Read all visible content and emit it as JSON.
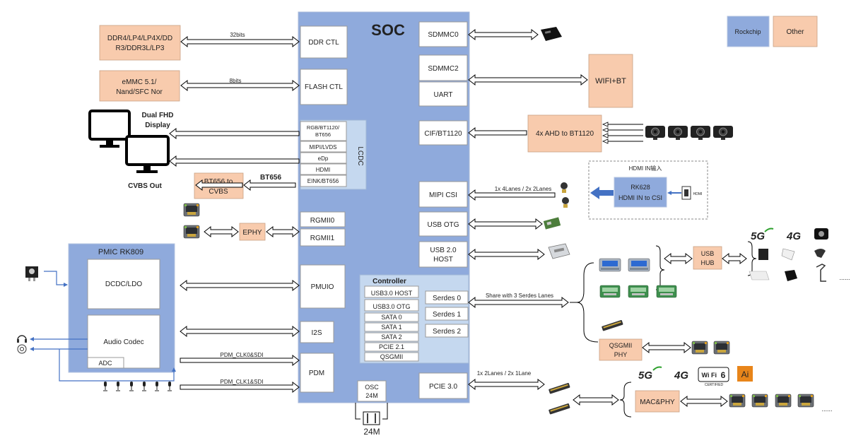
{
  "legend": {
    "rockchip": "Rockchip",
    "other": "Other"
  },
  "soc": {
    "title": "SOC",
    "ddr_ctl": "DDR CTL",
    "flash_ctl": "FLASH CTL",
    "lcdc": {
      "label": "LCDC",
      "items": [
        "RGB/BT1120/BT656",
        "MIPI/LVDS",
        "eDp",
        "HDMI",
        "EINK/BT656"
      ]
    },
    "rgmii0": "RGMII0",
    "rgmii1": "RGMII1",
    "pmuio": "PMUIO",
    "i2s": "I2S",
    "pdm": "PDM",
    "osc": {
      "line1": "OSC",
      "line2": "24M"
    },
    "sdmmc0": "SDMMC0",
    "sdmmc2": "SDMMC2",
    "uart": "UART",
    "cif": "CIF/BT1120",
    "mipi_csi": "MIPI CSI",
    "usb_otg": "USB OTG",
    "usb2_host": {
      "line1": "USB 2.0",
      "line2": "HOST"
    },
    "controller": {
      "title": "Controller",
      "items": [
        "USB3.0 HOST",
        "USB3.0 OTG",
        "SATA 0",
        "SATA 1",
        "SATA 2",
        "PCIE 2.1",
        "QSGMII"
      ]
    },
    "serdes": [
      "Serdes 0",
      "Serdes 1",
      "Serdes 2"
    ],
    "pcie3": "PCIE 3.0"
  },
  "left": {
    "ddr": {
      "line1": "DDR4/LP4/LP4X/DD",
      "line2": "R3/DDR3L/LP3"
    },
    "ddr_bus": "32bits",
    "emmc": {
      "line1": "eMMC 5.1/",
      "line2": "Nand/SFC Nor"
    },
    "emmc_bus": "8bits",
    "dual_display": {
      "line1": "Dual FHD",
      "line2": "Display"
    },
    "cvbs_out": "CVBS Out",
    "bt656_box": {
      "line1": "BT656 to",
      "line2": "CVBS"
    },
    "bt656_label": "BT656",
    "ephy": "EPHY"
  },
  "pmic": {
    "title": "PMIC RK809",
    "dcdc": "DCDC/LDO",
    "audio": "Audio Codec",
    "adc": "ADC",
    "pdm_clk0": "PDM_CLK0&SDI",
    "pdm_clk1": "PDM_CLK1&SDI"
  },
  "right": {
    "wifi_bt": "WIFI+BT",
    "ahd": "4x AHD to BT1120",
    "hdmi_in_title": "HDMI IN输入",
    "rk628": {
      "line1": "RK628",
      "line2": "HDMI IN to CSI"
    },
    "hdmi_port": "HDMI",
    "mipi_lanes": "1x 4Lanes / 2x 2Lanes",
    "serdes_share": "Share with 3 Serdes Lanes",
    "usb_hub": {
      "line1": "USB",
      "line2": "HUB"
    },
    "qsgmii_phy": {
      "line1": "QSGMII",
      "line2": "PHY"
    },
    "pcie_lanes": "1x 2Lanes / 2x 1Lane",
    "mac_phy": "MAC&PHY",
    "badge_5g": "5G",
    "badge_4g": "4G",
    "wifi6": {
      "line1": "Wi",
      "line2": "Fi",
      "num": "6",
      "cert": "CERTIFIED"
    },
    "ai": "Ai",
    "ellipsis": "......"
  },
  "osc_crystal": "24M",
  "colors": {
    "soc": "#8faadc",
    "other": "#f8cbad",
    "lcdc": "#c5d8ef",
    "line_blue": "#4472c4"
  }
}
